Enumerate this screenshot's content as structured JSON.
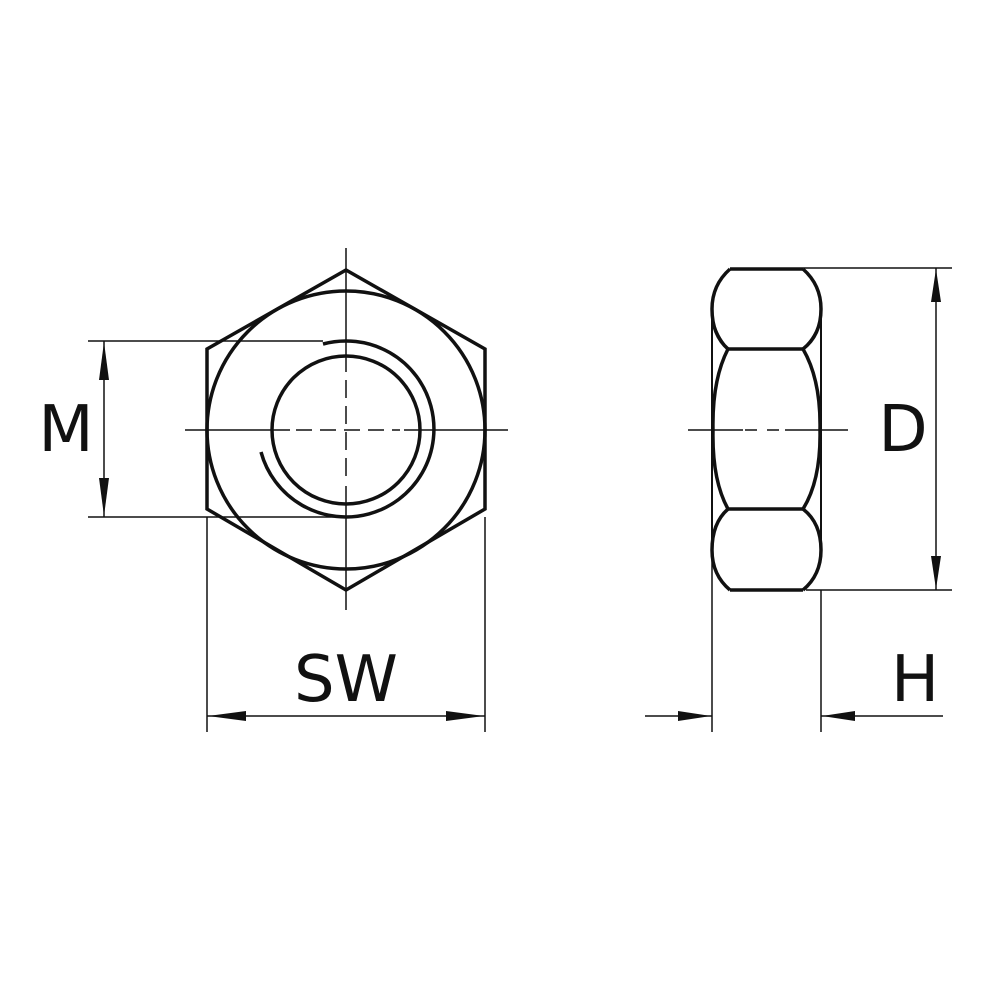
{
  "labels": {
    "thread_diameter": "M",
    "width_across_flats": "SW",
    "outer_diameter": "D",
    "height": "H"
  },
  "colors": {
    "line": "#111111",
    "background": "#ffffff"
  }
}
